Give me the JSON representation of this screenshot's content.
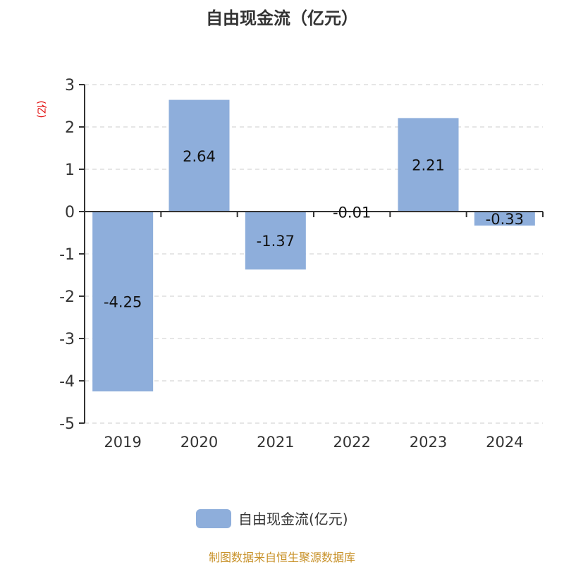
{
  "chart_data": {
    "type": "bar",
    "title": "自由现金流（亿元）",
    "ylabel": "(亿)",
    "xlabel": "",
    "categories": [
      "2019",
      "2020",
      "2021",
      "2022",
      "2023",
      "2024"
    ],
    "series": [
      {
        "name": "自由现金流(亿元)",
        "values": [
          -4.25,
          2.64,
          -1.37,
          -0.01,
          2.21,
          -0.33
        ],
        "color": "#8eaedb"
      }
    ],
    "data_labels": [
      "-4.25",
      "2.64",
      "-1.37",
      "-0.01",
      "2.21",
      "-0.33"
    ],
    "ylim": [
      -5,
      3
    ],
    "yticks": [
      3,
      2,
      1,
      0,
      -1,
      -2,
      -3,
      -4,
      -5
    ],
    "grid": true,
    "legend_position": "bottom-center"
  },
  "footer": {
    "source": "制图数据来自恒生聚源数据库"
  },
  "colors": {
    "bar": "#8eaedb",
    "ylabel": "#e00000",
    "footer": "#c8922a",
    "axis": "#333333",
    "grid": "#cccccc"
  }
}
